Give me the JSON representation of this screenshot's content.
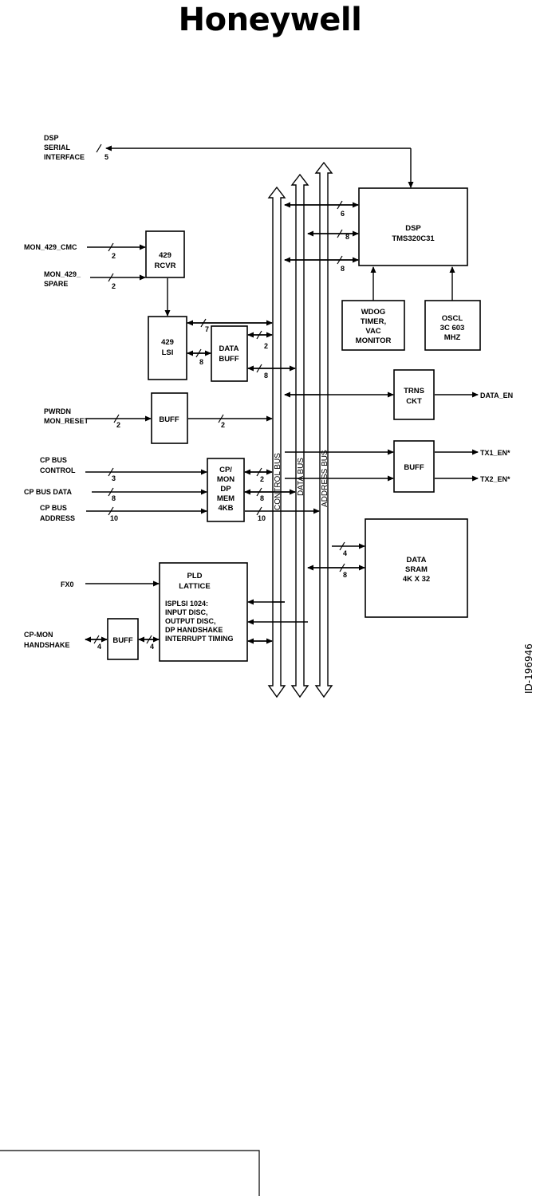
{
  "header": {
    "logo_text": "Honeywell"
  },
  "figure_id": "ID-196946",
  "buses": {
    "control": "CONTROL BUS",
    "data": "DATA BUS",
    "address": "ADDRESS BUS"
  },
  "blocks": {
    "dsp": [
      "DSP",
      "TMS320C31"
    ],
    "wdog": [
      "WDOG",
      "TIMER,",
      "VAC",
      "MONITOR"
    ],
    "oscl": [
      "OSCL",
      "3C 603",
      "MHZ"
    ],
    "rcvr": [
      "429",
      "RCVR"
    ],
    "lsi": [
      "429",
      "LSI"
    ],
    "data_buff": [
      "DATA",
      "BUFF"
    ],
    "buff_pwr": [
      "BUFF"
    ],
    "trns": [
      "TRNS",
      "CKT"
    ],
    "buff_tx": [
      "BUFF"
    ],
    "cpmem": [
      "CP/",
      "MON",
      "DP",
      "MEM",
      "4KB"
    ],
    "sram": [
      "DATA",
      "SRAM",
      "4K X 32"
    ],
    "pld": [
      "PLD",
      "LATTICE"
    ],
    "pld_desc": [
      "ISPLSI 1024:",
      "INPUT DISC,",
      "OUTPUT DISC,",
      "DP HANDSHAKE",
      "INTERRUPT TIMING"
    ],
    "buff_cp": [
      "BUFF"
    ]
  },
  "signals": {
    "dsp_serial": [
      "DSP",
      "SERIAL",
      "INTERFACE"
    ],
    "mon_cmc": "MON_429_CMC",
    "mon_spare": [
      "MON_429_",
      "SPARE"
    ],
    "pwrdn": [
      "PWRDN",
      "MON_RESET"
    ],
    "cp_control": [
      "CP BUS",
      "CONTROL"
    ],
    "cp_data": "CP BUS DATA",
    "cp_address": [
      "CP BUS",
      "ADDRESS"
    ],
    "fx0": "FX0",
    "cp_mon": [
      "CP-MON",
      "HANDSHAKE"
    ],
    "data_en": "DATA_EN",
    "tx1": "TX1_EN*",
    "tx2": "TX2_EN*"
  },
  "bus_widths": {
    "serial": "5",
    "mon_cmc": "2",
    "mon_spare": "2",
    "dsp_1": "6",
    "dsp_2": "8",
    "dsp_3": "8",
    "lsi_top": "7",
    "lsi_buff": "8",
    "buff_ctrl": "2",
    "buff_data": "8",
    "pwrdn_in": "2",
    "pwrdn_out": "2",
    "cp_ctrl_in": "3",
    "cp_data_in": "8",
    "cp_addr_in": "10",
    "cp_ctrl_out": "2",
    "cp_data_out": "8",
    "cp_addr_out": "10",
    "sram_addr": "4",
    "sram_data": "8",
    "cp_hs_1": "4",
    "cp_hs_2": "4"
  }
}
